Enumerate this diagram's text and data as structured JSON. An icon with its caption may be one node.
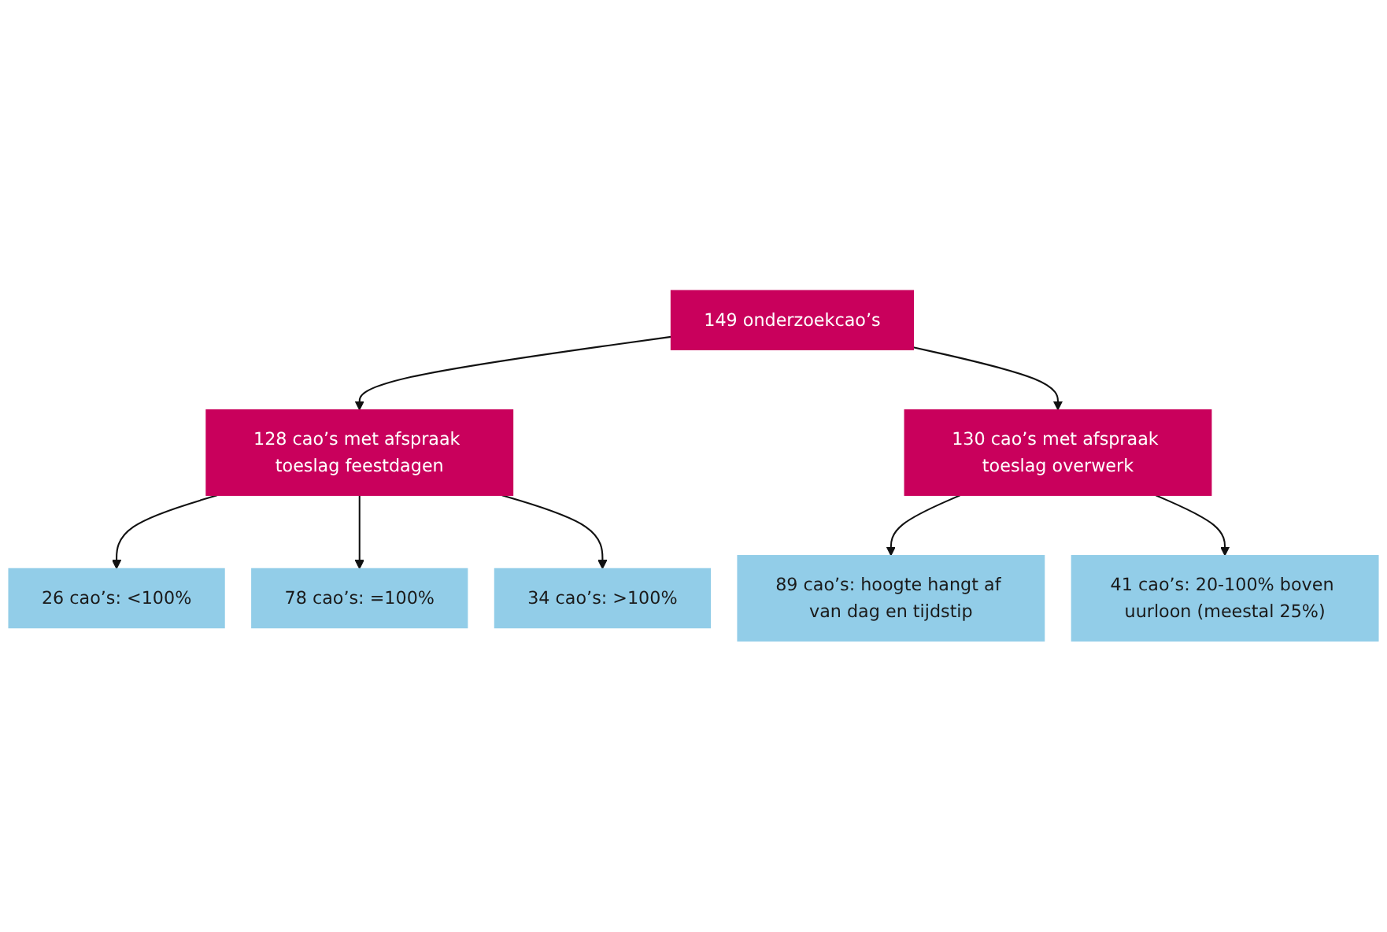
{
  "diagram": {
    "nodes": [
      {
        "text": [
          "149 onderzoekcao’s"
        ]
      },
      {
        "text": [
          "128 cao’s met afspraak toeslag feestdagen"
        ]
      },
      {
        "text": [
          "130 cao’s met afspraak toeslag overwerk"
        ]
      },
      {
        "text": [
          "26 cao’s: <100%"
        ]
      },
      {
        "text": [
          "78 cao’s: =100%"
        ]
      },
      {
        "text": [
          "34 cao’s: >100%"
        ]
      },
      {
        "text": [
          "89 cao’s: hoogte hangt af van dag en tijdstip"
        ]
      },
      {
        "text": [
          "41 cao’s: 20-100% boven uurloon (meestal 25%)"
        ]
      }
    ],
    "edges": [
      {
        "from": 0,
        "to": 1,
        "arrow": "to"
      },
      {
        "from": 0,
        "to": 2,
        "arrow": "to"
      },
      {
        "from": 1,
        "to": 3,
        "arrow": "to"
      },
      {
        "from": 1,
        "to": 4,
        "arrow": "to"
      },
      {
        "from": 1,
        "to": 5,
        "arrow": "to"
      },
      {
        "from": 2,
        "to": 6,
        "arrow": "to"
      },
      {
        "from": 2,
        "to": 7,
        "arrow": "to"
      }
    ]
  }
}
